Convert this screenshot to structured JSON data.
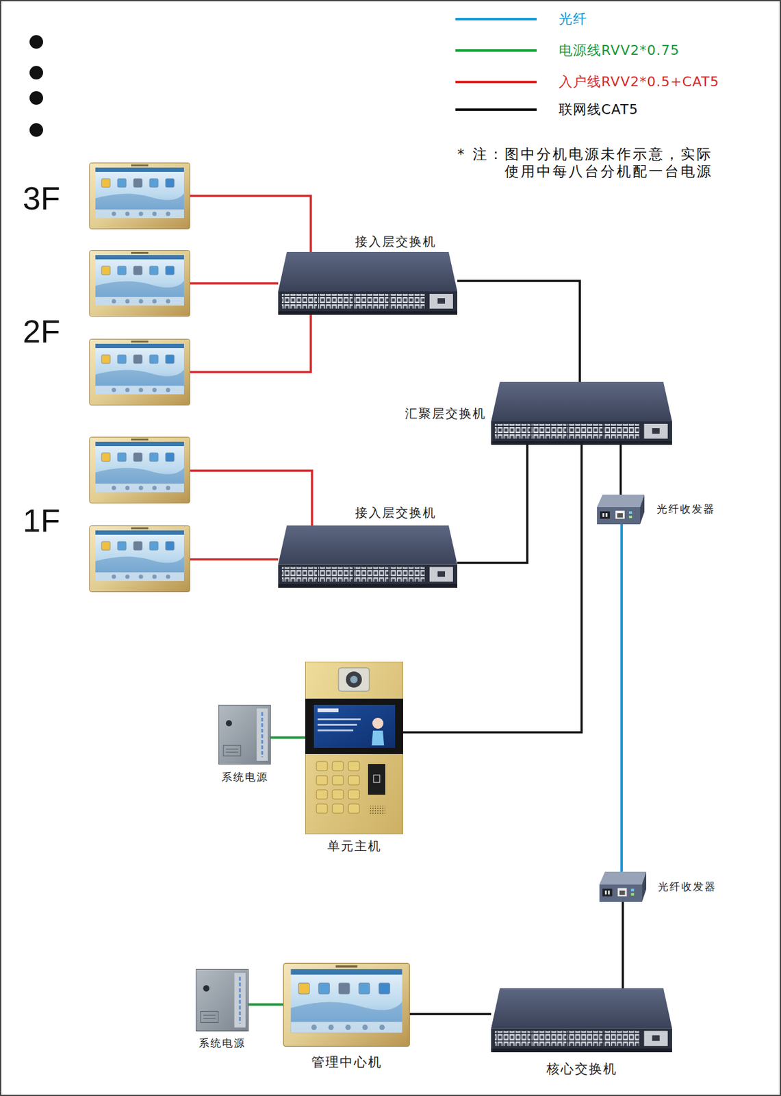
{
  "diagram": {
    "nodes": [
      {
        "text": [
          "接入层交换机"
        ]
      },
      {
        "text": [
          "汇聚层交换机"
        ]
      },
      {
        "text": [
          "光纤收发器"
        ]
      },
      {
        "text": [
          "接入层交换机"
        ]
      },
      {
        "text": [
          "系统电源"
        ]
      },
      {
        "text": [
          "单元主机"
        ]
      },
      {
        "text": [
          "光纤收发器"
        ]
      },
      {
        "text": [
          "系统电源"
        ]
      },
      {
        "text": [
          "管理中心机"
        ]
      },
      {
        "text": [
          "核心交换机"
        ]
      }
    ],
    "edges": [
      {
        "from": 0,
        "to": 1,
        "arrow": "none"
      },
      {
        "from": 3,
        "to": 1,
        "arrow": "none"
      },
      {
        "from": 5,
        "to": 1,
        "arrow": "none"
      },
      {
        "from": 1,
        "to": 2,
        "arrow": "none"
      },
      {
        "from": 2,
        "to": 6,
        "arrow": "none"
      },
      {
        "from": 6,
        "to": 9,
        "arrow": "none"
      },
      {
        "from": 8,
        "to": 9,
        "arrow": "none"
      },
      {
        "from": 4,
        "to": 5,
        "arrow": "none"
      },
      {
        "from": 7,
        "to": 8,
        "arrow": "none"
      }
    ],
    "labels": [
      "3F",
      "2F",
      "1F",
      "* 注：图中分机电源未作示意，实际 使用中每八台分机配一台电源"
    ],
    "legend": [
      {
        "text": "光纤"
      },
      {
        "text": "电源线RVV2*0.75"
      },
      {
        "text": "入户线RVV2*0.5+CAT5"
      },
      {
        "text": "联网线CAT5"
      }
    ]
  }
}
